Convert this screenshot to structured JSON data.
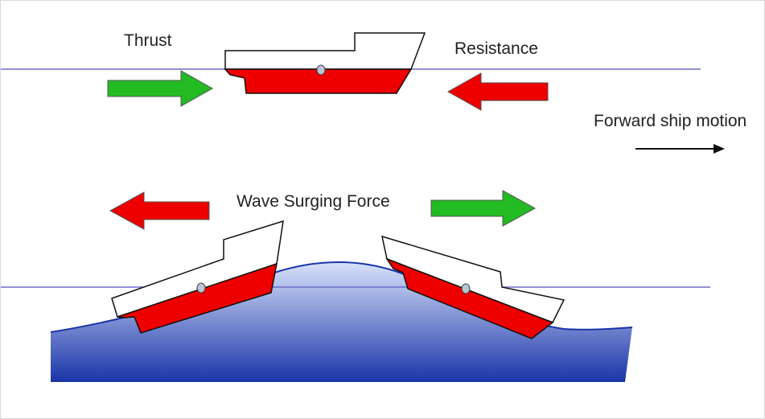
{
  "labels": {
    "thrust": "Thrust",
    "resistance": "Resistance",
    "forward_motion": "Forward ship motion",
    "wave_surging_force": "Wave Surging Force"
  },
  "colors": {
    "hull_red": "#ee0000",
    "thrust_green": "#22bb22",
    "resistance_red": "#ee0000",
    "water_dark": "#1a35a8",
    "water_light": "#d8e2fa",
    "waterline": "#6d6dc9",
    "outline": "#111111"
  },
  "icons": {
    "thrust_arrow": "right-arrow-icon",
    "resistance_arrow": "left-arrow-icon",
    "motion_arrow": "right-arrow-icon"
  }
}
